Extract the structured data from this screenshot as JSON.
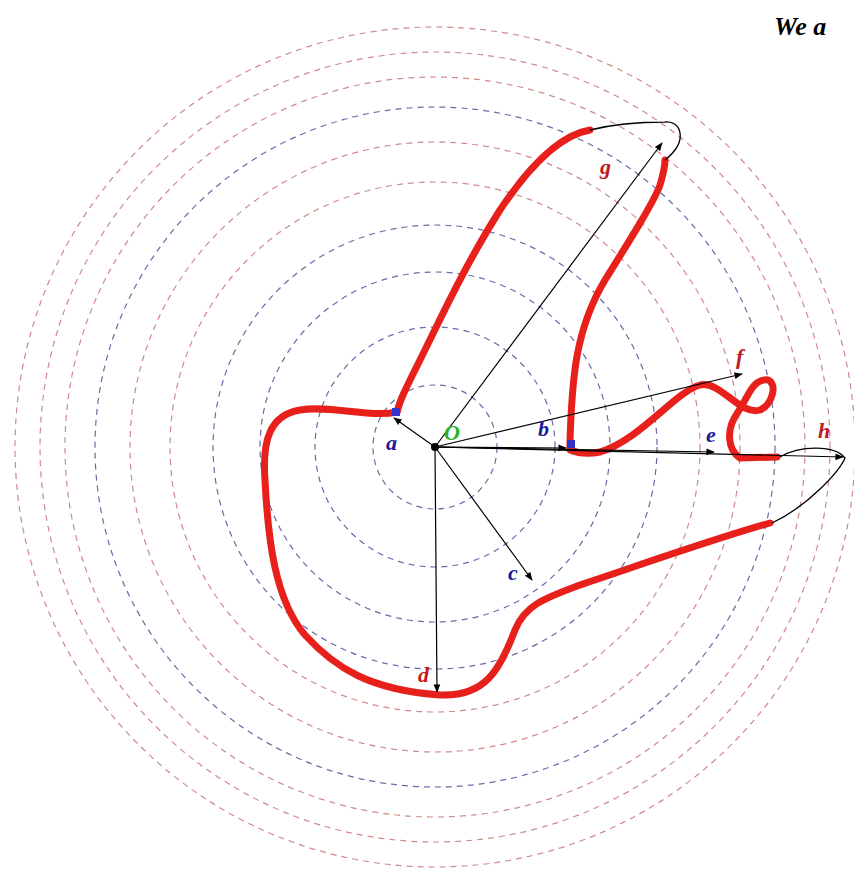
{
  "diagram": {
    "title": "We a",
    "labels": [
      "O",
      "a",
      "b",
      "c",
      "d",
      "e",
      "f",
      "g",
      "h"
    ]
  }
}
